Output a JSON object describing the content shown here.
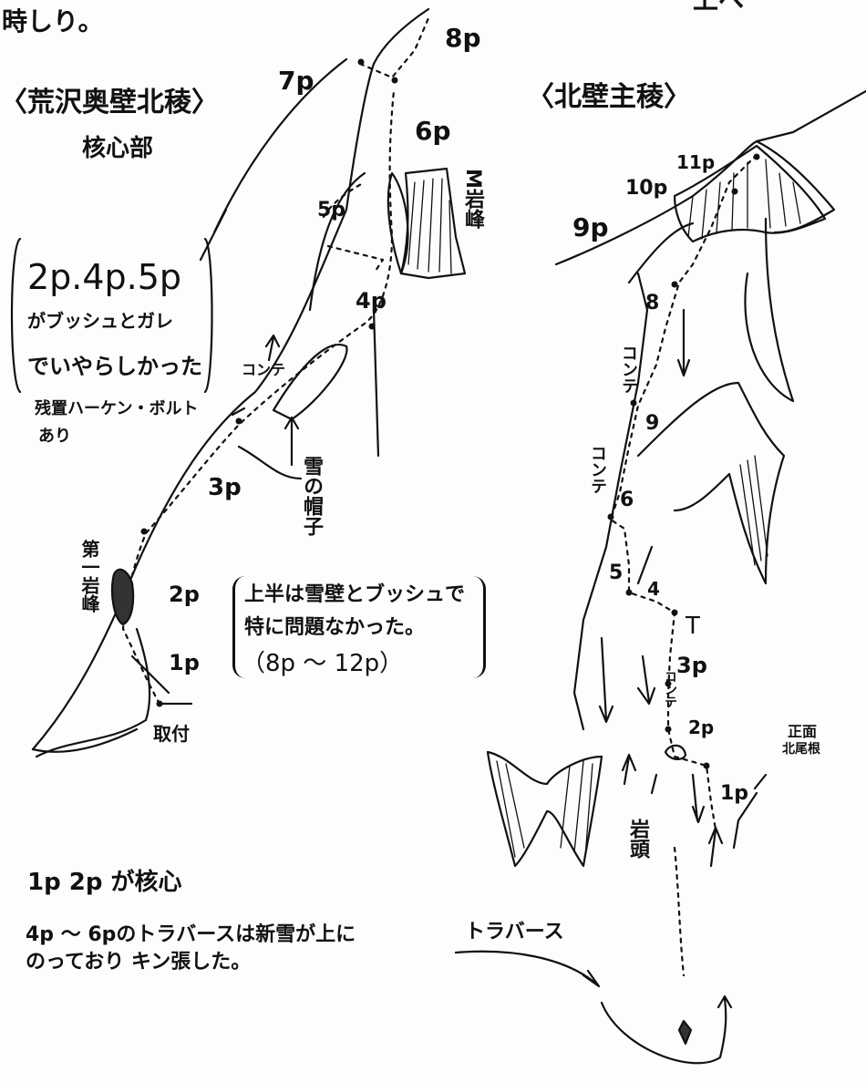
{
  "header": {
    "top_left_fragment": "時しり。",
    "top_right_fragment": "上へ"
  },
  "left_route": {
    "title": "〈荒沢奥壁北稜〉",
    "subtitle": "核心部",
    "pitch_labels": [
      "1p",
      "2p",
      "3p",
      "4p",
      "5p",
      "6p",
      "7p",
      "8p"
    ],
    "labels": {
      "m_rock": "M岩峰",
      "konte": "コンテ",
      "bolt": "残置ハーケン・ボルト",
      "bolt_2": "あり",
      "snow_cap": "雪の帽子",
      "first_rock": "第一岩峰",
      "start": "取付"
    },
    "bracket_note": {
      "line1": "2p.4p.5p",
      "line2": "がブッシュとガレ",
      "line3": "でいやらしかった"
    },
    "box_note": {
      "line1": "上半は雪壁とブッシュで",
      "line2": "特に問題なかった。",
      "line3": "（8p ～ 12p）"
    }
  },
  "right_route": {
    "title": "〈北壁主稜〉",
    "numbers": [
      "11p",
      "10p",
      "9p",
      "8",
      "9",
      "6",
      "5",
      "4",
      "T",
      "3p",
      "2p",
      "1p"
    ],
    "labels": {
      "konte_1": "コンテ",
      "konte_2": "コンテ",
      "konte_3": "コンテ",
      "gantou": "岩頭",
      "shoumen": "正面",
      "kitaone": "北尾根",
      "traverse": "トラバース"
    }
  },
  "footer": {
    "note1": "1p 2p が核心",
    "note2_line1": "4p ～ 6pのトラバースは新雪が上に",
    "note2_line2": "のっており キン張した。"
  },
  "colors": {
    "ink": "#111111",
    "paper": "#fdfdfb"
  }
}
